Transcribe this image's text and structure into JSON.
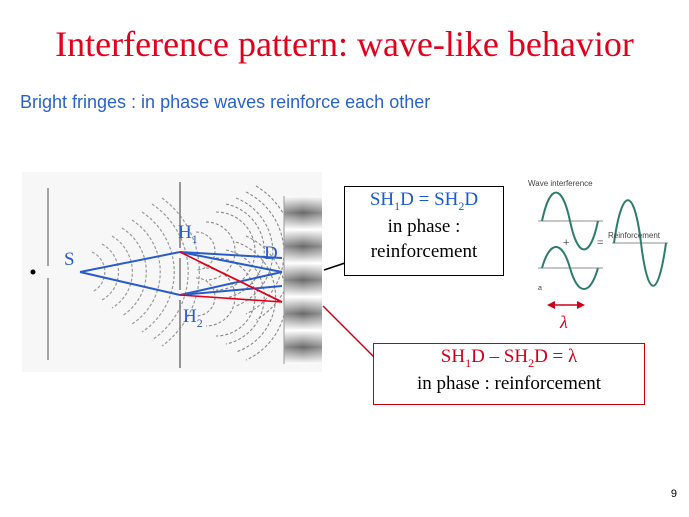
{
  "slide": {
    "title": "Interference pattern: wave-like behavior",
    "subtitle": "Bright fringes : in phase waves reinforce each other",
    "page_number": "9"
  },
  "diagram": {
    "labels": {
      "source": "S",
      "hole1": "H",
      "hole1_sub": "1",
      "hole2": "H",
      "hole2_sub": "2",
      "detector": "D"
    },
    "line_colors": {
      "path_blue": "#2a5cc8",
      "path_red": "#e0001b"
    }
  },
  "box1": {
    "line1_pre": "SH",
    "line1_sub1": "1",
    "line1_mid": "D = SH",
    "line1_sub2": "2",
    "line1_post": "D",
    "line2": "in phase :",
    "line3": "reinforcement"
  },
  "box2": {
    "line1_pre": "SH",
    "line1_sub1": "1",
    "line1_mid": "D – SH",
    "line1_sub2": "2",
    "line1_post": "D = λ",
    "line2": "in phase : reinforcement"
  },
  "inset": {
    "title": "Wave interference",
    "plus": "+",
    "equals": "=",
    "result_label": "Reinforcement",
    "corner_label": "a",
    "wavelength_symbol": "λ"
  },
  "colors": {
    "title": "#e3001b",
    "subtitle": "#2a63c8",
    "blue_text": "#1a5bd0",
    "red_text": "#d0001a"
  }
}
